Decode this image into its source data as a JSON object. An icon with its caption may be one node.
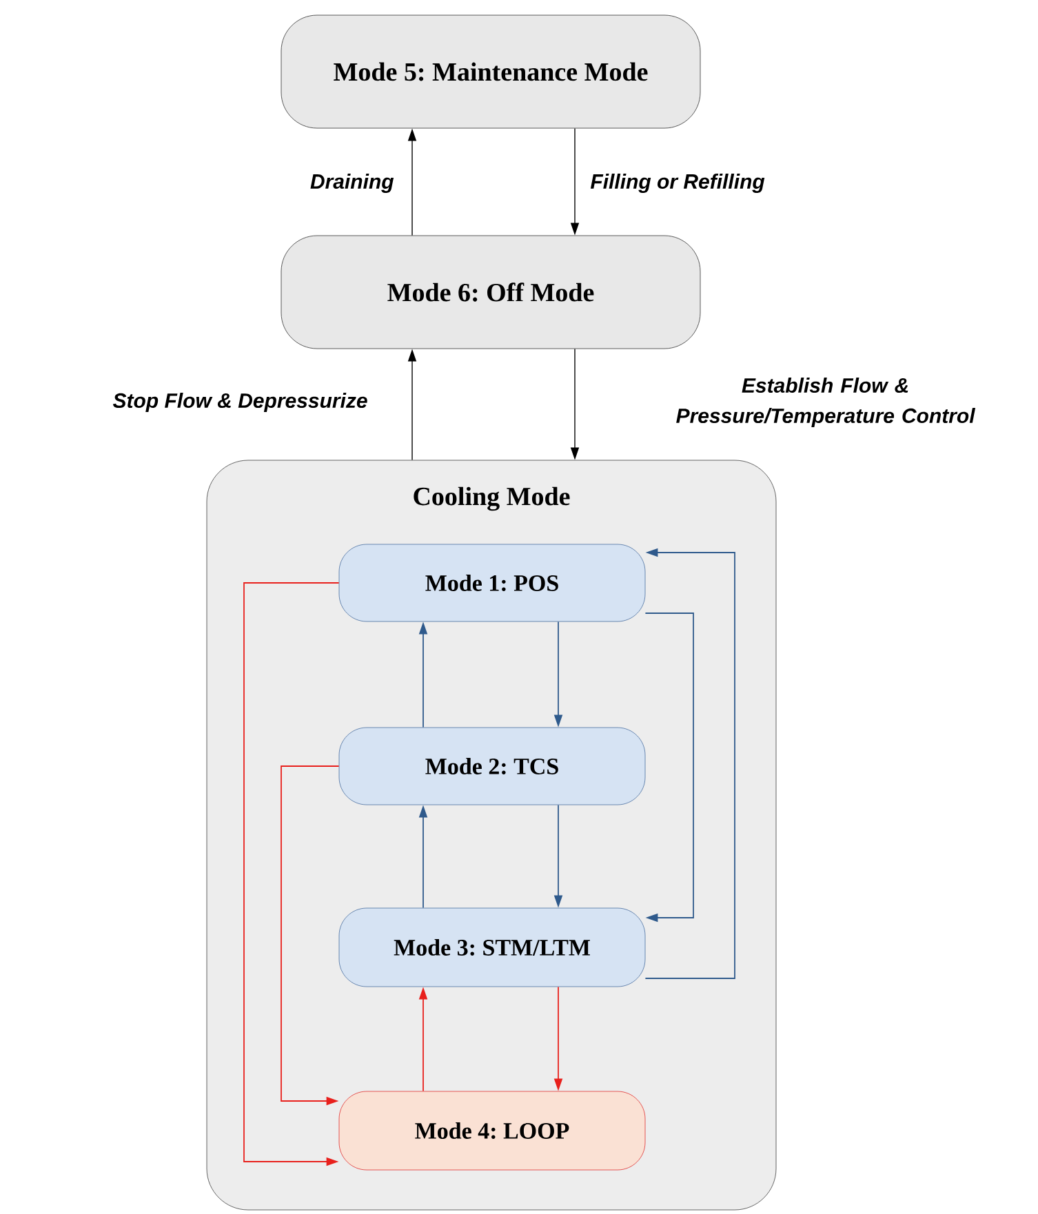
{
  "diagram": {
    "nodes": [
      {
        "text": [
          "Mode 5: Maintenance Mode"
        ]
      },
      {
        "text": [
          "Mode 6: Off Mode"
        ]
      },
      {
        "text": [
          "Cooling Mode"
        ]
      },
      {
        "text": [
          "Mode 1: POS"
        ],
        "in": 2
      },
      {
        "text": [
          "Mode 2: TCS"
        ],
        "in": 2
      },
      {
        "text": [
          "Mode 3: STM/LTM"
        ],
        "in": 2
      },
      {
        "text": [
          "Mode 4: LOOP"
        ],
        "in": 2
      }
    ],
    "edges": [
      {
        "from": 1,
        "to": 0,
        "arrow": "to",
        "label": "Draining",
        "color": "#000000"
      },
      {
        "from": 0,
        "to": 1,
        "arrow": "to",
        "label": "Filling or Refilling",
        "color": "#000000"
      },
      {
        "from": 2,
        "to": 1,
        "arrow": "to",
        "label": "Stop Flow & Depressurize",
        "color": "#000000"
      },
      {
        "from": 1,
        "to": 2,
        "arrow": "to",
        "label": "Establish Flow & Pressure/Temperature Control",
        "color": "#000000"
      },
      {
        "from": 4,
        "to": 3,
        "arrow": "to"
      },
      {
        "from": 3,
        "to": 4,
        "arrow": "to"
      },
      {
        "from": 5,
        "to": 4,
        "arrow": "to"
      },
      {
        "from": 4,
        "to": 5,
        "arrow": "to"
      },
      {
        "from": 3,
        "to": 5,
        "arrow": "to"
      },
      {
        "from": 5,
        "to": 3,
        "arrow": "to"
      },
      {
        "from": 6,
        "to": 5,
        "arrow": "to",
        "color": "#e8201c"
      },
      {
        "from": 5,
        "to": 6,
        "arrow": "to",
        "color": "#e8201c"
      },
      {
        "from": 3,
        "to": 6,
        "arrow": "to",
        "color": "#e8201c"
      },
      {
        "from": 4,
        "to": 6,
        "arrow": "to",
        "color": "#e8201c"
      }
    ]
  }
}
